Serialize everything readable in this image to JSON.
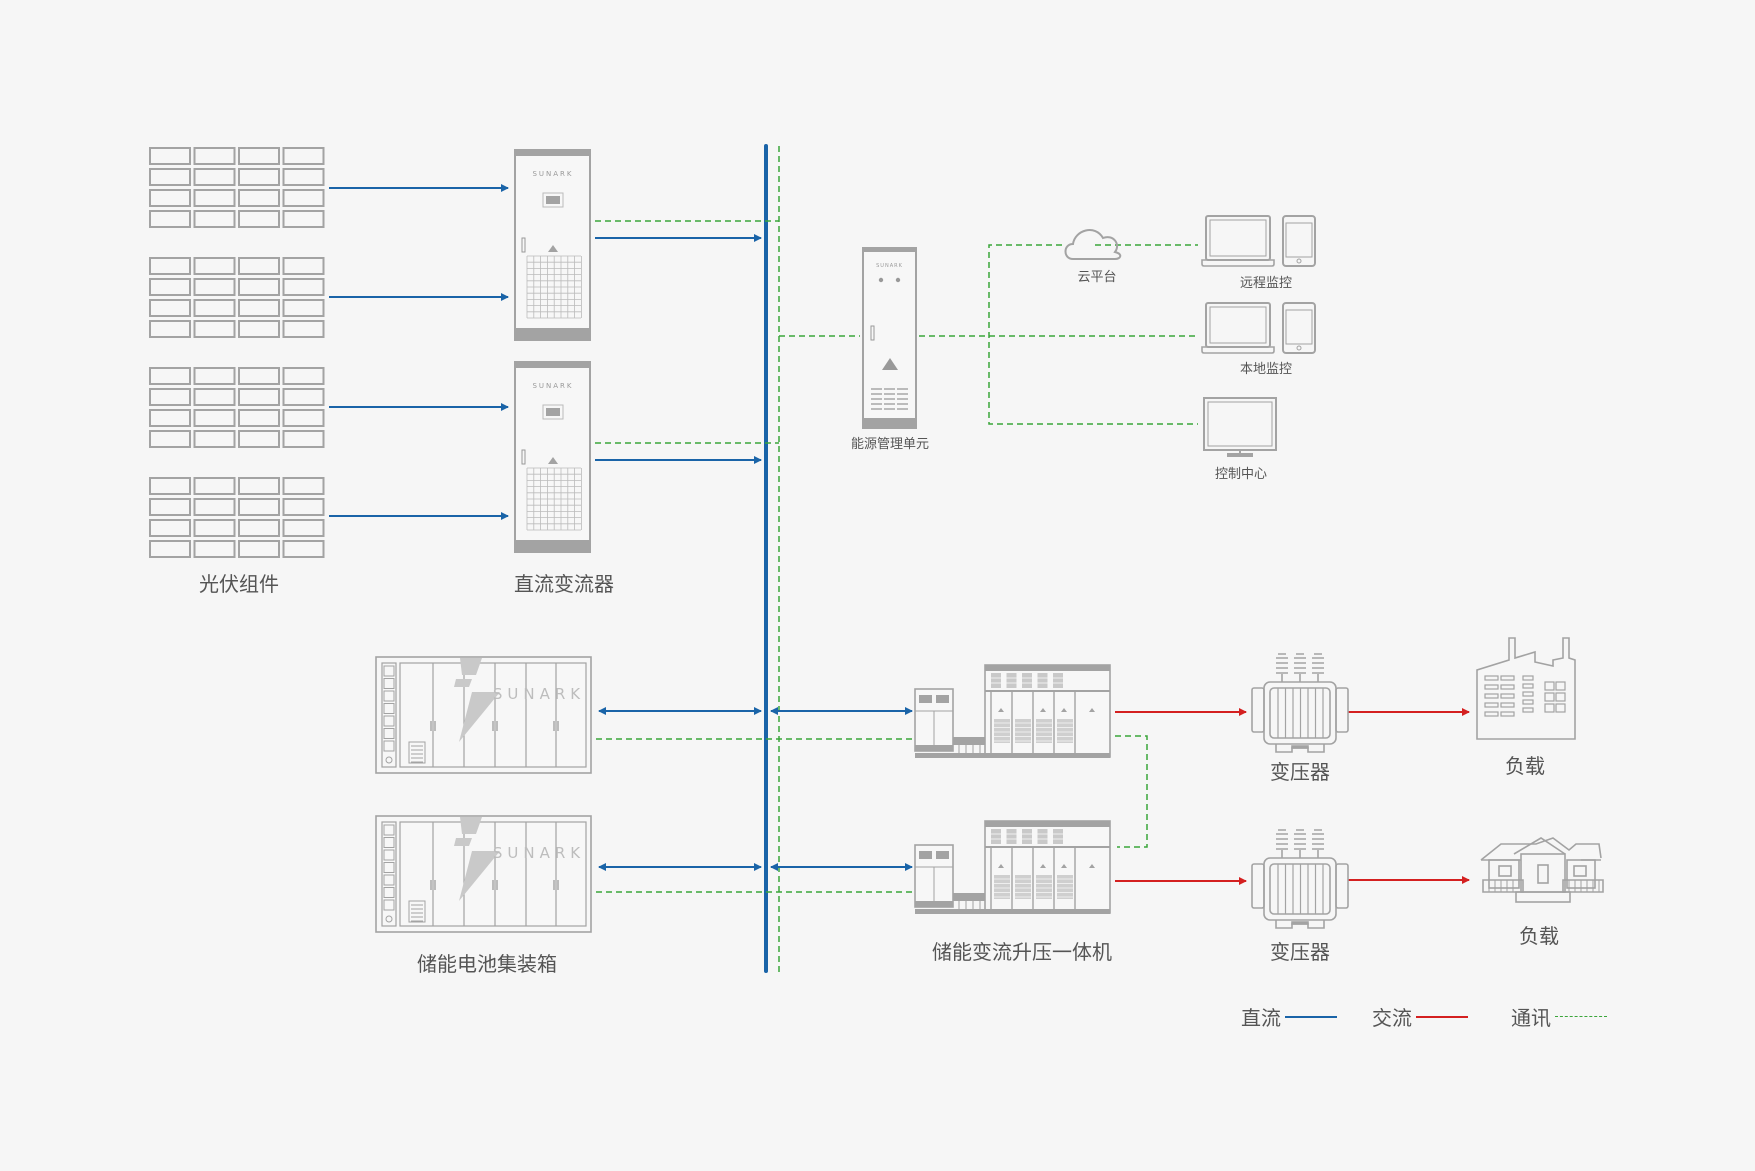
{
  "colors": {
    "dc": "#1a64a8",
    "ac": "#d42020",
    "comm": "#3aa53a",
    "equipment": "#a3a3a3",
    "background": "#f6f6f6",
    "label": "#555555"
  },
  "brand": "SUNARK",
  "nodes": {
    "pv": {
      "label": "光伏组件",
      "icon": "solar-panel-icon"
    },
    "dc_converter": {
      "label": "直流变流器",
      "icon": "dc-converter-cabinet-icon"
    },
    "battery": {
      "label": "储能电池集装箱",
      "icon": "battery-container-icon"
    },
    "emu": {
      "label": "能源管理单元",
      "icon": "energy-management-cabinet-icon"
    },
    "cloud": {
      "label": "云平台",
      "icon": "cloud-icon"
    },
    "remote": {
      "label": "远程监控",
      "icon": "laptop-phone-icon"
    },
    "local": {
      "label": "本地监控",
      "icon": "laptop-phone-icon"
    },
    "control": {
      "label": "控制中心",
      "icon": "monitor-icon"
    },
    "pcs": {
      "label": "储能变流升压一体机",
      "icon": "pcs-skid-icon"
    },
    "transformer1": {
      "label": "变压器",
      "icon": "transformer-icon"
    },
    "transformer2": {
      "label": "变压器",
      "icon": "transformer-icon"
    },
    "load1": {
      "label": "负载",
      "icon": "factory-icon"
    },
    "load2": {
      "label": "负载",
      "icon": "house-icon"
    }
  },
  "legend": [
    {
      "label": "直流",
      "type": "dc"
    },
    {
      "label": "交流",
      "type": "ac"
    },
    {
      "label": "通讯",
      "type": "comm"
    }
  ]
}
